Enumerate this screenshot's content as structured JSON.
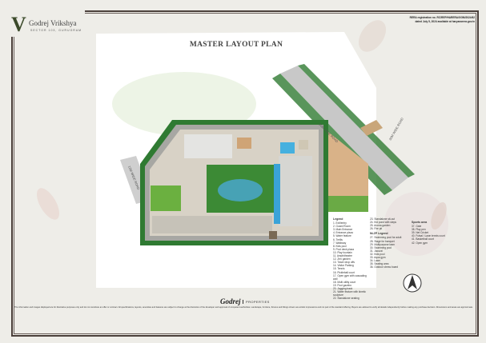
{
  "brand": {
    "name": "Godrej Vrikshya",
    "location": "SECTOR 103, GURUGRAM",
    "logo_letter": "V"
  },
  "rera": {
    "line1": "RERA registration no. RC/REP/HARERA/GGM/2024/62",
    "line2": "dated July 5, 2024 available at haryanarera.gov.in"
  },
  "title": "MASTER LAYOUT PLAN",
  "roads": {
    "main_road": "30M WIDE ROAD",
    "side_road": "12M WIDE ROAD",
    "right_road": "30M WIDE ROAD"
  },
  "legend": {
    "heading": "Legend",
    "items": [
      "1. Exit/entry",
      "2. Guard Room",
      "3. Main Entrance",
      "4. Entrance plaza",
      "5. Water feature",
      "6. Trellis",
      "7. Walkway",
      "8. Kids pool",
      "9. Pool deck plaza",
      "10. Play fountain",
      "11. Amphitheatre",
      "12. Zen garden",
      "13. Tower drop offs",
      "14. Visitor Parking",
      "15. Tennis",
      "16. Pickleball court",
      "17. Open gym with cascading wall",
      "18. Multi utility court",
      "19. Pool gazebo",
      "20. Jogging track",
      "21. Water feature with kinetic sculpture",
      "22. Standalone seating",
      "23. Standalone sit-out",
      "24. Kid pond with steps",
      "25. Aroma garden",
      "26. Fire pit"
    ],
    "nlzp_heading": "NLZP Legend",
    "nlzp_items": [
      "27. Swimming pool for adult",
      "28. Stage for banquet",
      "29. Multipurpose lawn",
      "30. Swimming pool",
      "31. Jacuzzi",
      "32. Kids pool",
      "33. Aqua gym",
      "34. Lawn",
      "35. Seating area",
      "36. Outdoor chess board"
    ],
    "sports_heading": "Sports area",
    "sports_items": [
      "37. Gate",
      "38. Play pen",
      "39. Net Cricket",
      "40. Futsal / Lawn tennis court",
      "41. Basketball court",
      "42. Open gym"
    ]
  },
  "footer": {
    "brand": "Godrej",
    "brand_suffix": "PROPERTIES",
    "disclaimer": "The information and images displayed are for illustrative purposes only and do not constitute an offer or contract. All specifications, layouts, amenities and features are subject to change at the discretion of the developer and approval of competent authorities. Landscape, furniture, fixtures and fittings shown are artistic impressions and not part of the standard offering. Buyers are advised to verify all details independently before making any purchase decision. Dimensions and areas are approximate."
  },
  "colors": {
    "frame": "#4a3f3a",
    "lawn": "#5fa33a",
    "trees": "#2f7a32",
    "road": "#c8c8c8",
    "water": "#3aa3d8",
    "building": "#d9d9d6"
  }
}
